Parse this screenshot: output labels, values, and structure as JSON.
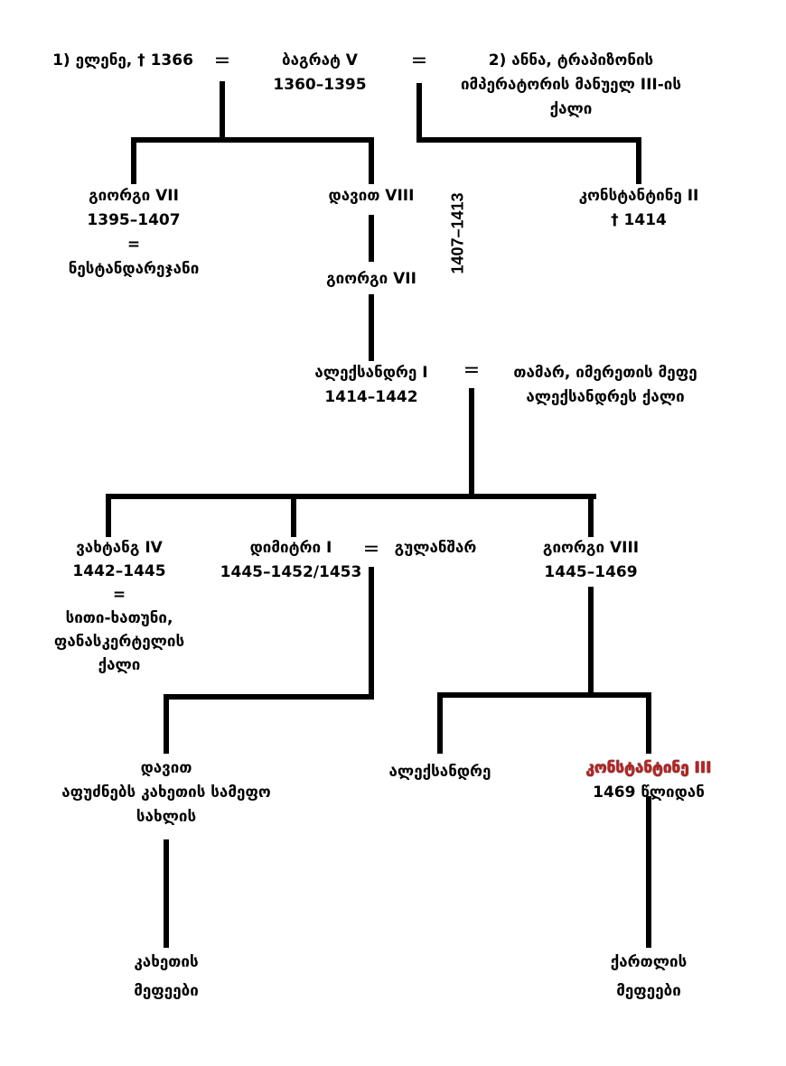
{
  "title": "Genealogy of Bagrat V descendants",
  "nodes": {
    "elene": [
      "1) ელენე, † 1366"
    ],
    "bagrat": [
      "ბაგრატ V",
      "1360–1395"
    ],
    "anna": [
      "2) ანნა, ტრაპიზონის",
      "იმპერატორის მანუელ III-ის",
      "ქალი"
    ],
    "giorgi7": [
      "გიორგი VII",
      "1395–1407",
      "=",
      "ნესტანდარეჯანი"
    ],
    "davit8": [
      "დავით VIII"
    ],
    "giorgi7b": [
      "გიორგი VII"
    ],
    "regency_years": "1407–1413",
    "konstantine2": [
      "კონსტანტინე II",
      "† 1414"
    ],
    "aleksandre1": [
      "ალექსანდრე I",
      "1414–1442"
    ],
    "tamar": [
      "თამარ, იმერეთის მეფე",
      "ალექსანდრეს ქალი"
    ],
    "vakhtang4": [
      "ვახტანგ IV",
      "1442–1445",
      "=",
      "სითი-ხათუნი,",
      "ფანასკერტელის",
      "ქალი"
    ],
    "dimitri1": [
      "დიმიტრი I",
      "1445–1452/1453"
    ],
    "gulanshar": [
      "გულანშარ"
    ],
    "giorgi8": [
      "გიორგი VIII",
      "1445–1469"
    ],
    "davit": [
      "დავით",
      "აფუძნებს კახეთის სამეფო",
      "სახლის"
    ],
    "aleksandre": [
      "ალექსანდრე"
    ],
    "konstantine3": [
      "კონსტანტინე III",
      "1469 წლიდან"
    ],
    "kakheti": [
      "კახეთის",
      "მეფეები"
    ],
    "kartli": [
      "ქართლის",
      "მეფეები"
    ]
  },
  "marriage_sign": "=",
  "colors": {
    "line": "#000000",
    "highlight": "#c41e1e"
  }
}
